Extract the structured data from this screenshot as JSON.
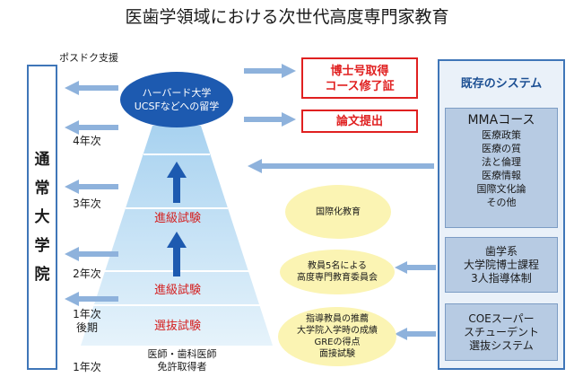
{
  "title": "医歯学領域における次世代高度専門家教育",
  "postdoc_label": "ポスドク支援",
  "left_box_chars": [
    "通",
    "常",
    "大",
    "学",
    "院"
  ],
  "years": {
    "y4": "4年次",
    "y3": "3年次",
    "y2": "2年次",
    "y1_late_a": "1年次",
    "y1_late_b": "後期",
    "y1": "1年次"
  },
  "top_ellipse": {
    "line1": "ハーバード大学",
    "line2": "UCSFなどへの留学"
  },
  "exams": {
    "advance_upper": "進級試験",
    "advance_lower": "進級試験",
    "selection": "選抜試験"
  },
  "bottom_note": {
    "line1": "医師・歯科医師",
    "line2": "免許取得者"
  },
  "red_boxes": {
    "degree_line1": "博士号取得",
    "degree_line2": "コース修了証",
    "thesis": "論文提出"
  },
  "ovals": {
    "intl": "国際化教育",
    "committee_line1": "教員5名による",
    "committee_line2": "高度専門教育委員会",
    "select_line1": "指導教員の推薦",
    "select_line2": "大学院入学時の成績",
    "select_line3": "GREの得点",
    "select_line4": "面接試験"
  },
  "existing": {
    "title": "既存のシステム",
    "mma_title": "MMAコース",
    "mma_items": [
      "医療政策",
      "医療の質",
      "法と倫理",
      "医療情報",
      "国際文化論",
      "その他"
    ],
    "dent_line1": "歯学系",
    "dent_line2": "大学院博士課程",
    "dent_line3": "3人指導体制",
    "coe_line1": "COEスーパー",
    "coe_line2": "スチューデント",
    "coe_line3": "選抜システム"
  },
  "colors": {
    "blue_dark": "#1d5ab0",
    "arrow_light": "#8eb2dc",
    "red": "#e02020",
    "pyramid_top": "#a8d2f0",
    "pyramid_bottom": "#e6f3fb",
    "oval_fill": "#fbf4b3"
  }
}
